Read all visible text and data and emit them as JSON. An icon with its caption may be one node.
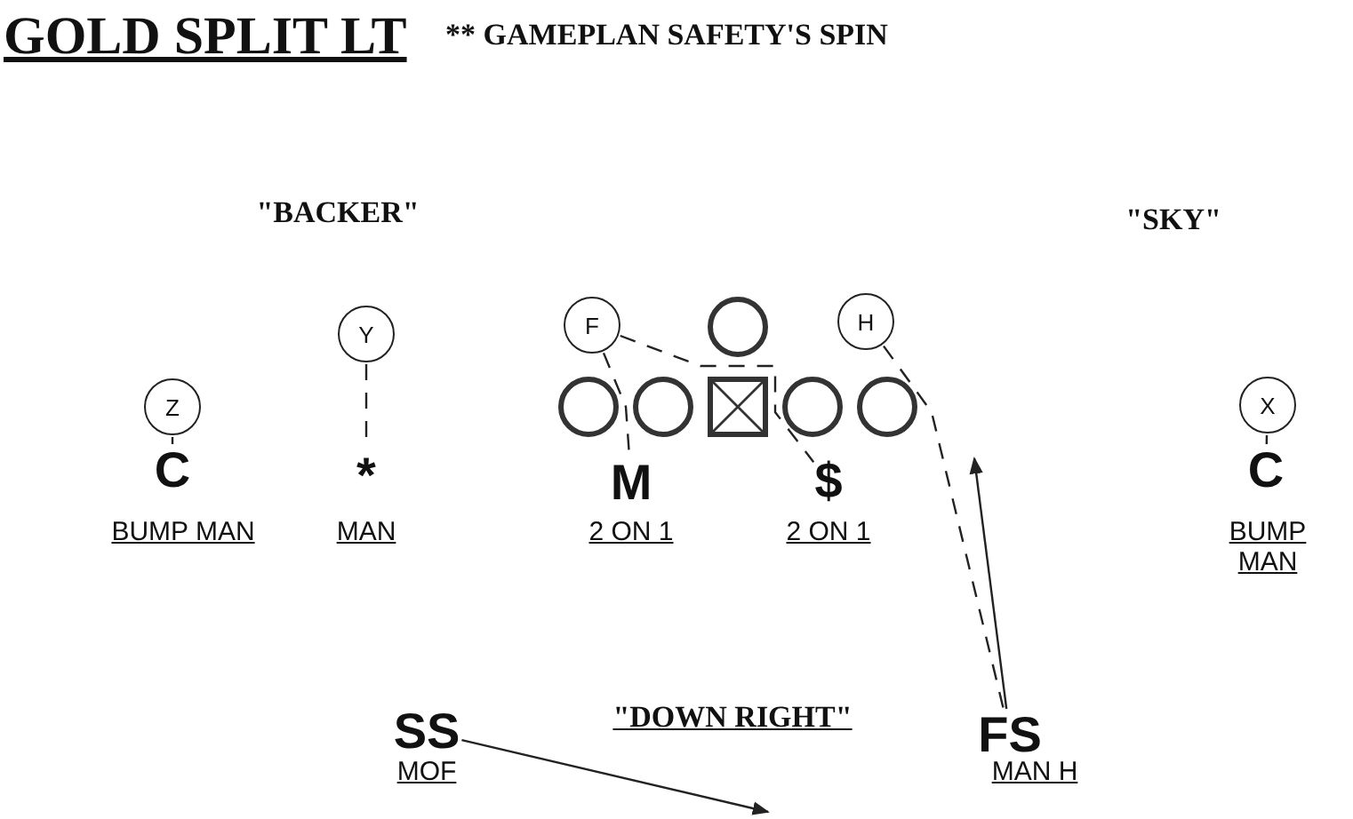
{
  "diagram": {
    "title": "GOLD SPLIT LT",
    "nodes": [
      {
        "text": [
          "F"
        ]
      },
      {
        "text": [],
        "shape": "circle"
      },
      {
        "text": [
          "H"
        ]
      },
      {
        "text": [
          "Y"
        ]
      },
      {
        "text": [
          "Z"
        ]
      },
      {
        "text": [],
        "shape": "circle"
      },
      {
        "text": [],
        "shape": "circle"
      },
      {
        "text": [],
        "shape": "box"
      },
      {
        "text": [],
        "shape": "circle"
      },
      {
        "text": [],
        "shape": "circle"
      },
      {
        "text": [
          "X"
        ]
      },
      {
        "text": [
          "C"
        ],
        "beside": [
          "BUMP MAN"
        ]
      },
      {
        "text": [
          "*"
        ],
        "beside": [
          "MAN"
        ]
      },
      {
        "text": [
          "M"
        ],
        "beside": [
          "2 ON 1"
        ]
      },
      {
        "text": [
          "$"
        ],
        "beside": [
          "2 ON 1"
        ]
      },
      {
        "text": [
          "C"
        ],
        "beside": [
          "BUMP MAN"
        ]
      },
      {
        "text": [
          "SS"
        ],
        "beside": [
          "MOF"
        ]
      },
      {
        "text": [
          "FS"
        ],
        "beside": [
          "MAN H"
        ]
      }
    ],
    "edges": [
      {
        "from": 0,
        "to": 13,
        "arrow": "none",
        "style": "dashed"
      },
      {
        "from": 0,
        "to": 14,
        "arrow": "none",
        "style": "dashed"
      },
      {
        "from": 2,
        "to": 17,
        "arrow": "none",
        "style": "dashed"
      },
      {
        "from": 4,
        "to": 11,
        "arrow": "none"
      },
      {
        "from": 3,
        "to": 12,
        "arrow": "none",
        "style": "dashed"
      },
      {
        "from": 10,
        "to": 15,
        "arrow": "none"
      },
      {
        "from": 17,
        "to": null,
        "arrow": "to"
      },
      {
        "from": 16,
        "to": null,
        "arrow": "to"
      }
    ],
    "labels": [
      "** GAMEPLAN SAFETY'S SPIN",
      "\"BACKER\"",
      "\"SKY\"",
      "\"DOWN RIGHT\""
    ]
  }
}
